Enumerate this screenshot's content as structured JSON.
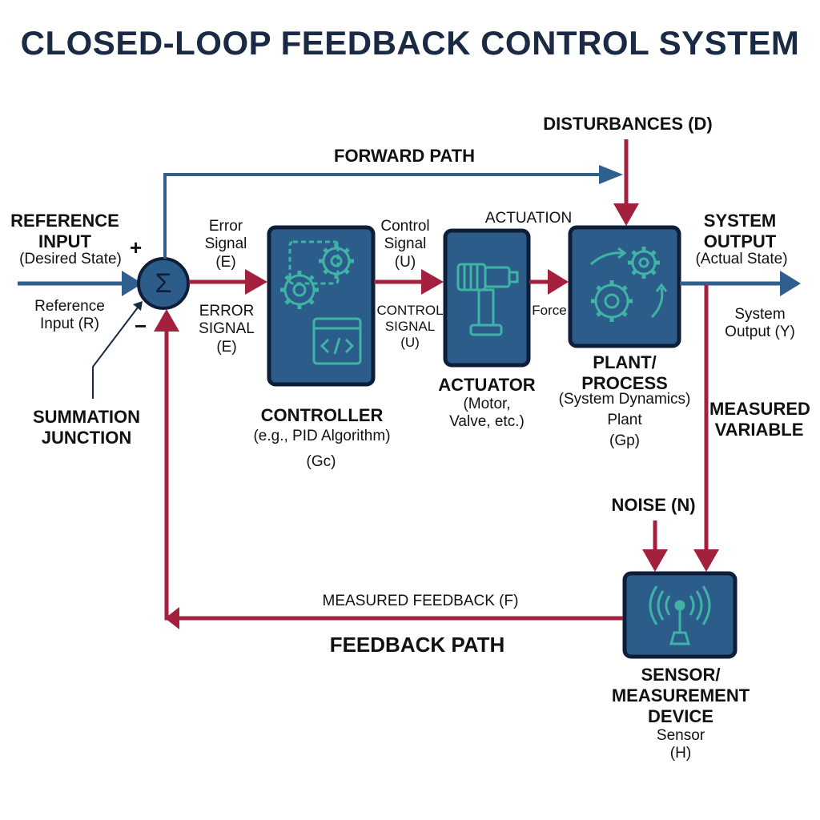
{
  "title": "CLOSED-LOOP FEEDBACK CONTROL SYSTEM",
  "colors": {
    "signal_blue": "#2f5f8f",
    "feedback_red": "#a3213d",
    "block_fill": "#2c5c8a",
    "block_border": "#0f1e38",
    "icon_teal": "#3fb3a6",
    "title_navy": "#1b2a44"
  },
  "summation": {
    "symbol": "Σ",
    "plus": "+",
    "minus": "−",
    "label_line1": "SUMMATION",
    "label_line2": "JUNCTION"
  },
  "reference": {
    "line1": "REFERENCE",
    "line2": "INPUT",
    "line3": "(Desired State)",
    "sub_line1": "Reference",
    "sub_line2": "Input (R)"
  },
  "forward_path": "FORWARD PATH",
  "feedback_path": "FEEDBACK PATH",
  "error_signal": {
    "top_line1": "Error",
    "top_line2": "Signal",
    "top_line3": "(E)",
    "bottom_line1": "ERROR",
    "bottom_line2": "SIGNAL",
    "bottom_line3": "(E)"
  },
  "controller": {
    "name": "CONTROLLER",
    "desc": "(e.g., PID Algorithm)",
    "symbol": "(Gc)",
    "icon": "gears-code-icon"
  },
  "control_signal": {
    "top_line1": "Control",
    "top_line2": "Signal",
    "top_line3": "(U)",
    "bottom_line1": "CONTROL",
    "bottom_line2": "SIGNAL",
    "bottom_line3": "(U)"
  },
  "actuation": "ACTUATION",
  "force": "Force",
  "actuator": {
    "name": "ACTUATOR",
    "desc_line1": "(Motor,",
    "desc_line2": "Valve, etc.)",
    "icon": "motor-icon"
  },
  "disturbances": "DISTURBANCES (D)",
  "plant": {
    "name_line1": "PLANT/",
    "name_line2": "PROCESS",
    "desc": "(System Dynamics)",
    "sub": "Plant",
    "symbol": "(Gp)",
    "icon": "gears-flow-icon"
  },
  "system_output": {
    "line1": "SYSTEM",
    "line2": "OUTPUT",
    "line3": "(Actual State)",
    "sub_line1": "System",
    "sub_line2": "Output (Y)"
  },
  "measured_variable": {
    "line1": "MEASURED",
    "line2": "VARIABLE"
  },
  "noise": "NOISE (N)",
  "sensor": {
    "name_line1": "SENSOR/",
    "name_line2": "MEASUREMENT",
    "name_line3": "DEVICE",
    "sub": "Sensor",
    "symbol": "(H)",
    "icon": "antenna-icon"
  },
  "measured_feedback": "MEASURED FEEDBACK (F)"
}
